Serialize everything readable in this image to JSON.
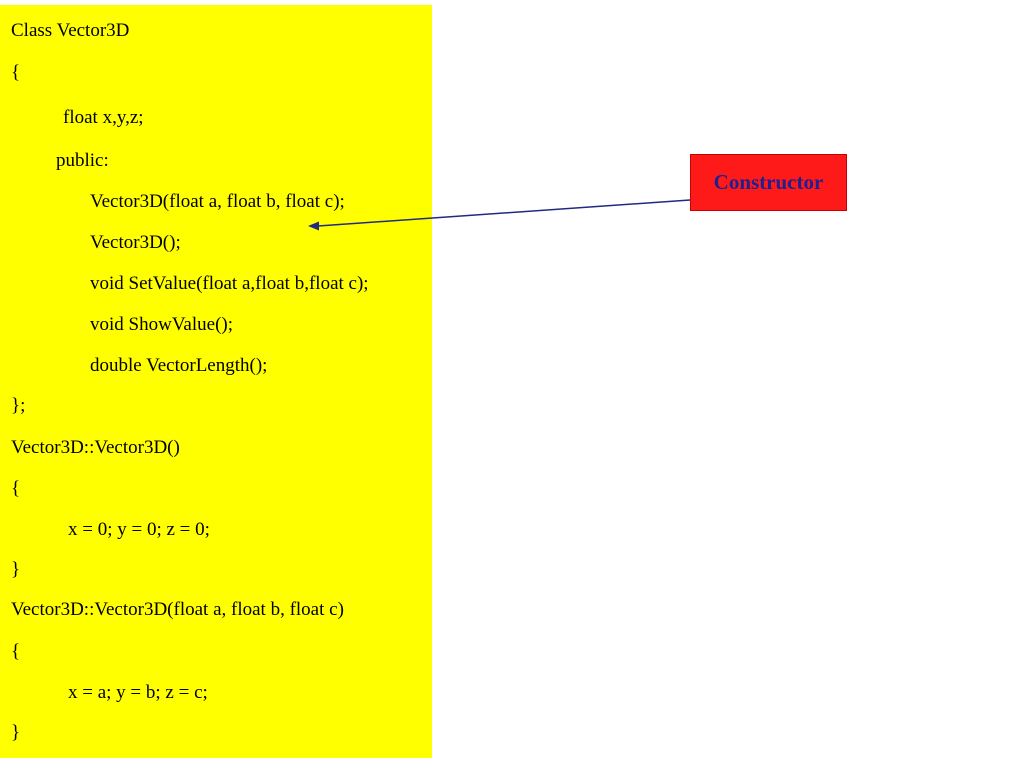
{
  "code": {
    "lines": [
      "Class Vector3D",
      "{",
      "float x,y,z;",
      "public:",
      "Vector3D(float a, float b, float c);",
      "Vector3D();",
      "void SetValue(float a,float b,float c);",
      "void ShowValue();",
      "double VectorLength();",
      "};",
      "Vector3D::Vector3D()",
      "{",
      "x = 0; y = 0; z = 0;",
      "}",
      "Vector3D::Vector3D(float a, float b, float c)",
      "{",
      "x = a; y = b; z = c;",
      "}"
    ]
  },
  "callout": {
    "label": "Constructor"
  },
  "colors": {
    "panel_background": "#ffff00",
    "callout_background": "#ff1a1a",
    "callout_text": "#1f2090",
    "arrow": "#1f2a80"
  }
}
